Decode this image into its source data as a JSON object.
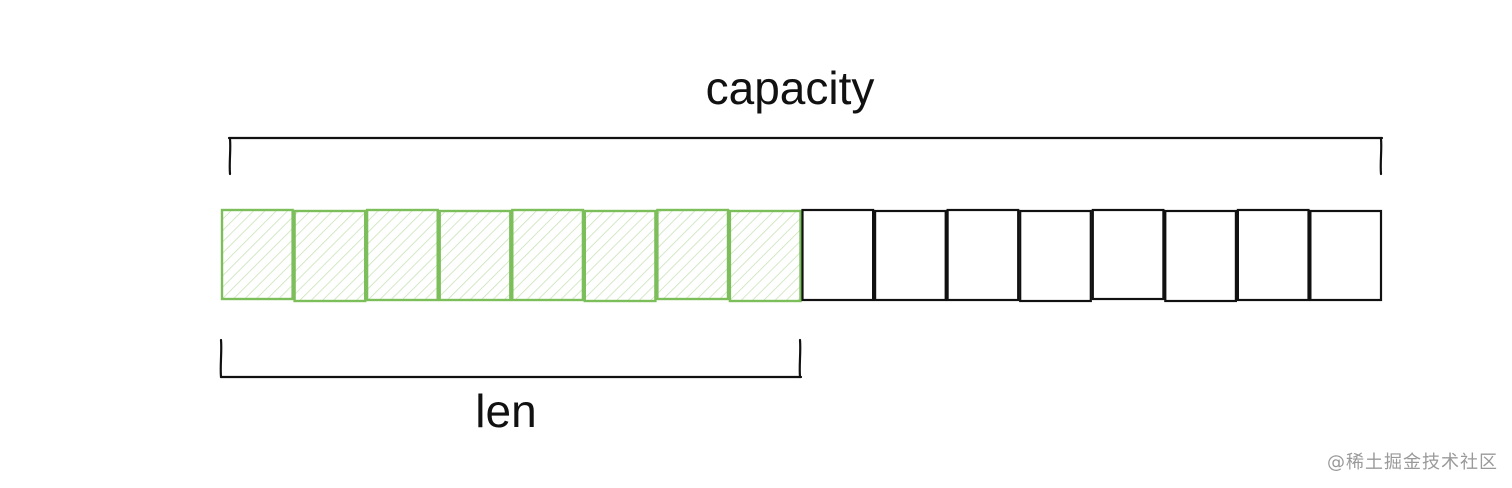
{
  "diagram": {
    "capacity_label": "capacity",
    "len_label": "len",
    "used_slots": 8,
    "total_slots": 16,
    "colors": {
      "used_stroke": "#7cbf5a",
      "used_hatch": "#c9e3b8",
      "free_stroke": "#111111",
      "bracket": "#111111"
    }
  },
  "watermark": "@稀土掘金技术社区"
}
